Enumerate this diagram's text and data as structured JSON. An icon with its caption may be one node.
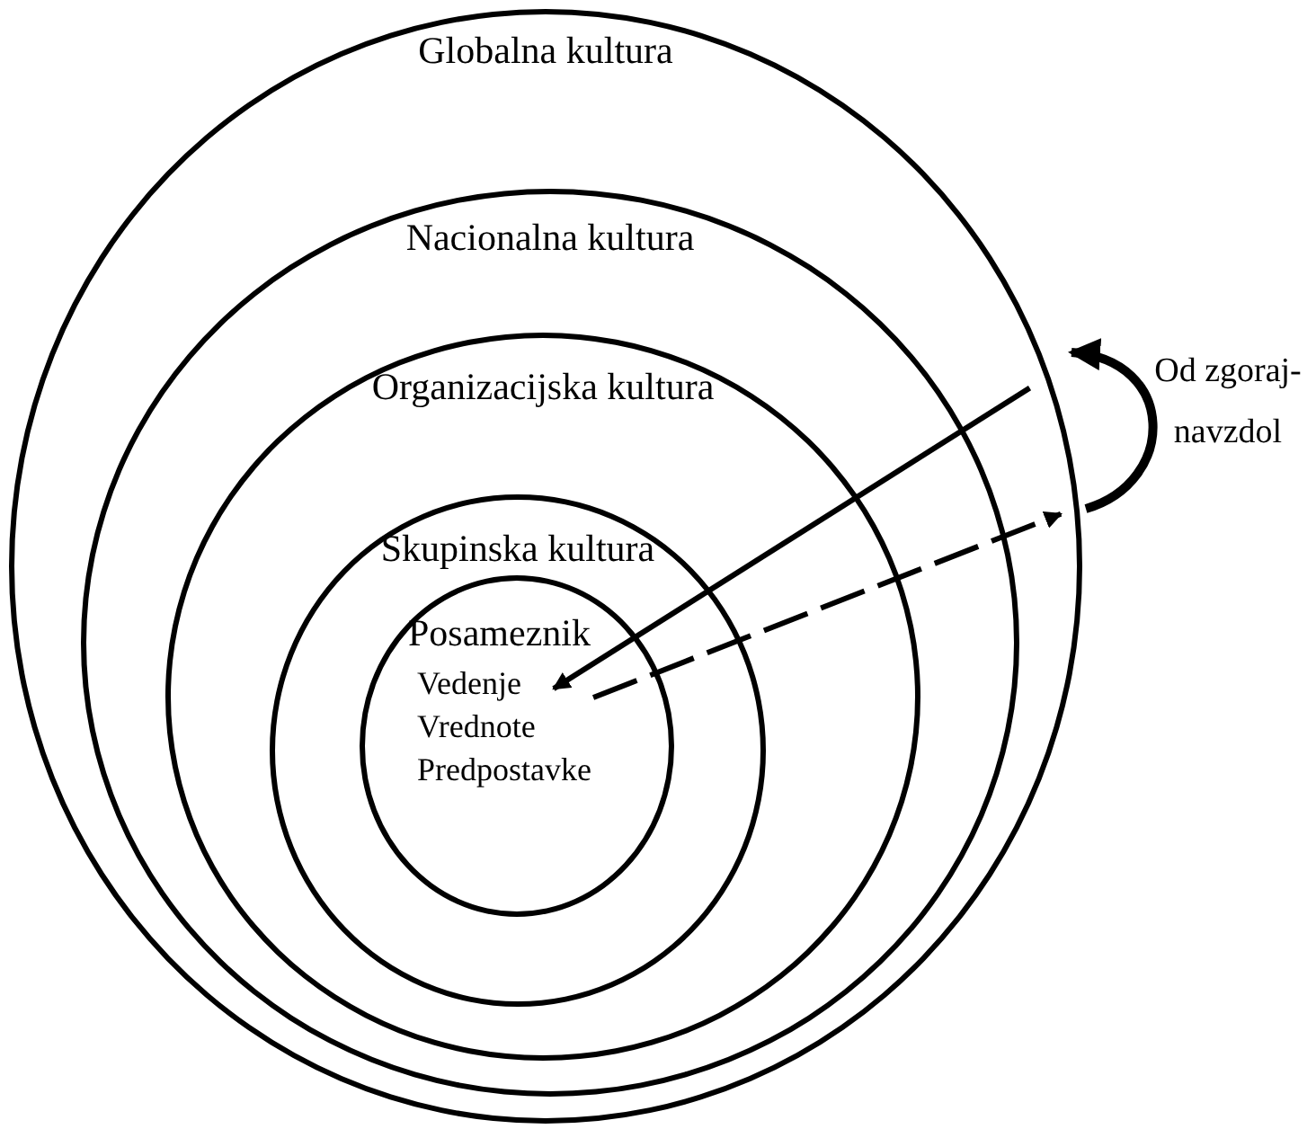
{
  "diagram": {
    "nodes": [
      {
        "text": [
          "Globalna kultura"
        ]
      },
      {
        "text": [
          "Nacionalna kultura"
        ],
        "in": 0
      },
      {
        "text": [
          "Organizacijska kultura"
        ],
        "in": 1
      },
      {
        "text": [
          "Skupinska kultura"
        ],
        "in": 2
      },
      {
        "text": [
          "Posameznik",
          "Vedenje",
          "Vrednote",
          "Predpostavke"
        ],
        "in": 3
      }
    ],
    "edges": [
      {
        "from": 0,
        "to": 4,
        "arrow": "to"
      },
      {
        "from": 4,
        "to": 0,
        "arrow": "to",
        "style": "dashed"
      }
    ],
    "labels": [
      "Od zgoraj-navzdol"
    ]
  }
}
